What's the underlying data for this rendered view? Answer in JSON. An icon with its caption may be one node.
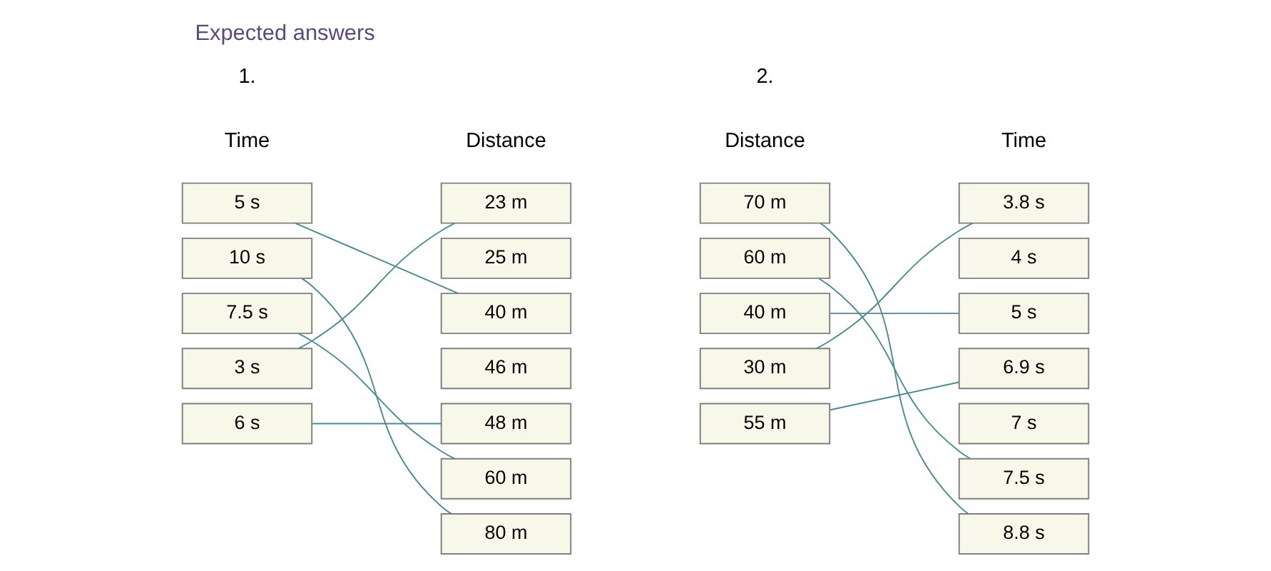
{
  "diagram": {
    "title": "Expected answers",
    "nodes": [
      {
        "text": [
          "5 s"
        ]
      },
      {
        "text": [
          "10 s"
        ]
      },
      {
        "text": [
          "7.5 s"
        ]
      },
      {
        "text": [
          "3 s"
        ]
      },
      {
        "text": [
          "6 s"
        ]
      },
      {
        "text": [
          "23 m"
        ]
      },
      {
        "text": [
          "25 m"
        ]
      },
      {
        "text": [
          "40 m"
        ]
      },
      {
        "text": [
          "46 m"
        ]
      },
      {
        "text": [
          "48 m"
        ]
      },
      {
        "text": [
          "60 m"
        ]
      },
      {
        "text": [
          "80 m"
        ]
      },
      {
        "text": [
          "70 m"
        ]
      },
      {
        "text": [
          "60 m"
        ]
      },
      {
        "text": [
          "40 m"
        ]
      },
      {
        "text": [
          "30 m"
        ]
      },
      {
        "text": [
          "55 m"
        ]
      },
      {
        "text": [
          "3.8 s"
        ]
      },
      {
        "text": [
          "4 s"
        ]
      },
      {
        "text": [
          "5 s"
        ]
      },
      {
        "text": [
          "6.9 s"
        ]
      },
      {
        "text": [
          "7 s"
        ]
      },
      {
        "text": [
          "7.5 s"
        ]
      },
      {
        "text": [
          "8.8 s"
        ]
      }
    ],
    "edges": [
      {
        "from": 0,
        "to": 7,
        "arrow": "none"
      },
      {
        "from": 1,
        "to": 11,
        "arrow": "none"
      },
      {
        "from": 2,
        "to": 10,
        "arrow": "none"
      },
      {
        "from": 3,
        "to": 5,
        "arrow": "none"
      },
      {
        "from": 4,
        "to": 9,
        "arrow": "none"
      },
      {
        "from": 12,
        "to": 23,
        "arrow": "none"
      },
      {
        "from": 13,
        "to": 22,
        "arrow": "none"
      },
      {
        "from": 14,
        "to": 19,
        "arrow": "none"
      },
      {
        "from": 15,
        "to": 17,
        "arrow": "none"
      },
      {
        "from": 16,
        "to": 20,
        "arrow": "none"
      }
    ],
    "labels": [
      "1.",
      "Time",
      "Distance",
      "2.",
      "Distance",
      "Time"
    ]
  }
}
